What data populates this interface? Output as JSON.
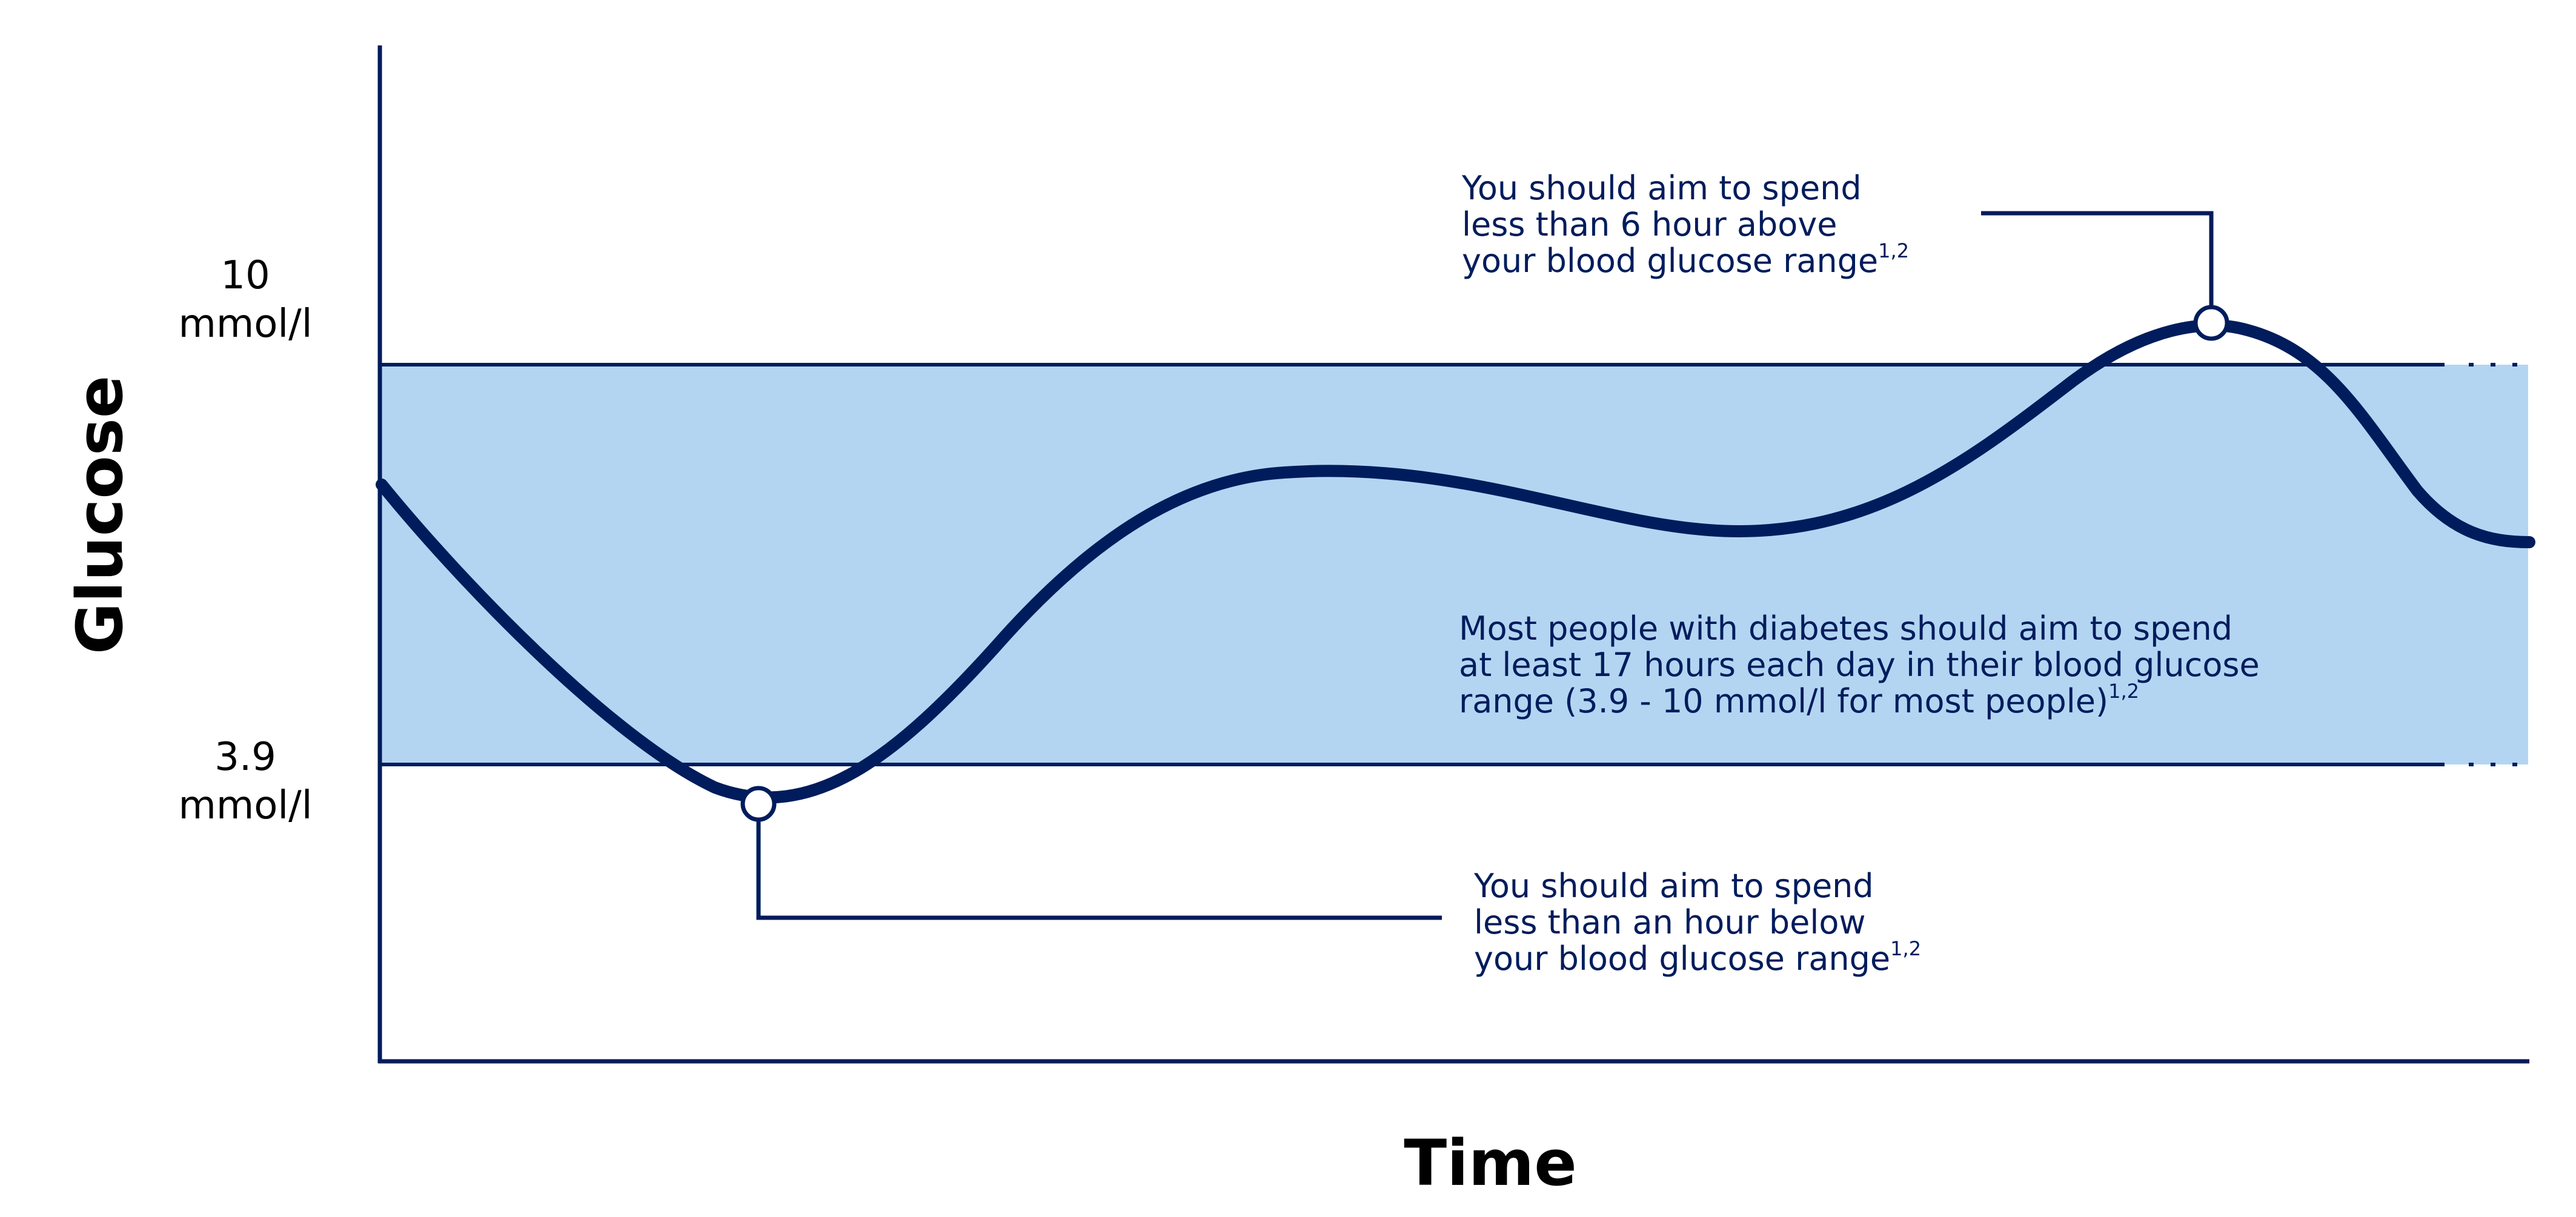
{
  "axes": {
    "y_title": "Glucose",
    "x_title": "Time",
    "upper_label": {
      "value": "10",
      "unit": "mmol/l"
    },
    "lower_label": {
      "value": "3.9",
      "unit": "mmol/l"
    }
  },
  "notes": {
    "above": {
      "lines": [
        "You should aim to spend",
        "less than 6 hour above",
        "your blood glucose range"
      ],
      "ref": "1,2"
    },
    "in_range": {
      "lines": [
        "Most people with diabetes should aim to spend",
        "at least 17 hours each day in their blood glucose",
        "range (3.9 - 10 mmol/l for most people)"
      ],
      "ref": "1,2"
    },
    "below": {
      "lines": [
        "You should aim to spend",
        "less than an hour below",
        "your blood glucose range"
      ],
      "ref": "1,2"
    }
  },
  "colors": {
    "navy": "#001c5c",
    "range_fill": "#b3d5f2",
    "axis_label_text": "#000000"
  }
}
